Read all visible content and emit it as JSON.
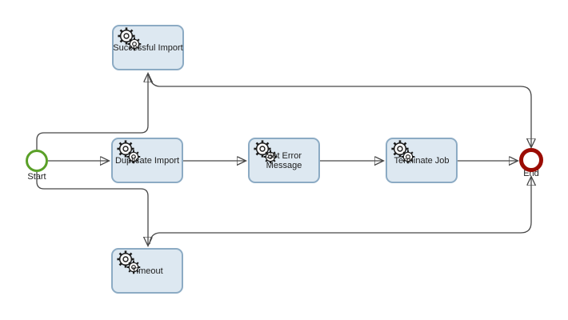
{
  "diagram": {
    "kind": "bpmn-process-flow",
    "background": "#ffffff",
    "nodes": {
      "start": {
        "label": "Start",
        "type": "start-event",
        "stroke": "#5aa028"
      },
      "successful_import": {
        "label": "Successful Import",
        "type": "service-task",
        "icon": "gears-icon"
      },
      "duplicate_import": {
        "label": "Duplicate Import",
        "type": "service-task",
        "icon": "gears-icon"
      },
      "set_error_message": {
        "label": "Set Error Message",
        "type": "service-task",
        "icon": "gears-icon"
      },
      "terminate_job": {
        "label": "Terminate Job",
        "type": "service-task",
        "icon": "gears-icon"
      },
      "timeout": {
        "label": "Timeout",
        "type": "service-task",
        "icon": "gears-icon"
      },
      "end": {
        "label": "End",
        "type": "end-event",
        "stroke": "#9b0c04"
      }
    },
    "flows": [
      {
        "from": "Start",
        "to": "Duplicate Import"
      },
      {
        "from": "Start",
        "to": "Successful Import"
      },
      {
        "from": "Start",
        "to": "Timeout"
      },
      {
        "from": "Duplicate Import",
        "to": "Set Error Message"
      },
      {
        "from": "Set Error Message",
        "to": "Terminate Job"
      },
      {
        "from": "Terminate Job",
        "to": "End"
      },
      {
        "from": "Successful Import",
        "to": "End"
      },
      {
        "from": "Timeout",
        "to": "End"
      }
    ],
    "colors": {
      "task_fill": "#dde8f1",
      "task_border": "#8cabc4",
      "start_event_stroke": "#5aa028",
      "end_event_stroke": "#9b0c04",
      "connector_line": "#474747",
      "arrowhead": "#68798c",
      "icon_stroke": "#1c1c1c"
    }
  }
}
